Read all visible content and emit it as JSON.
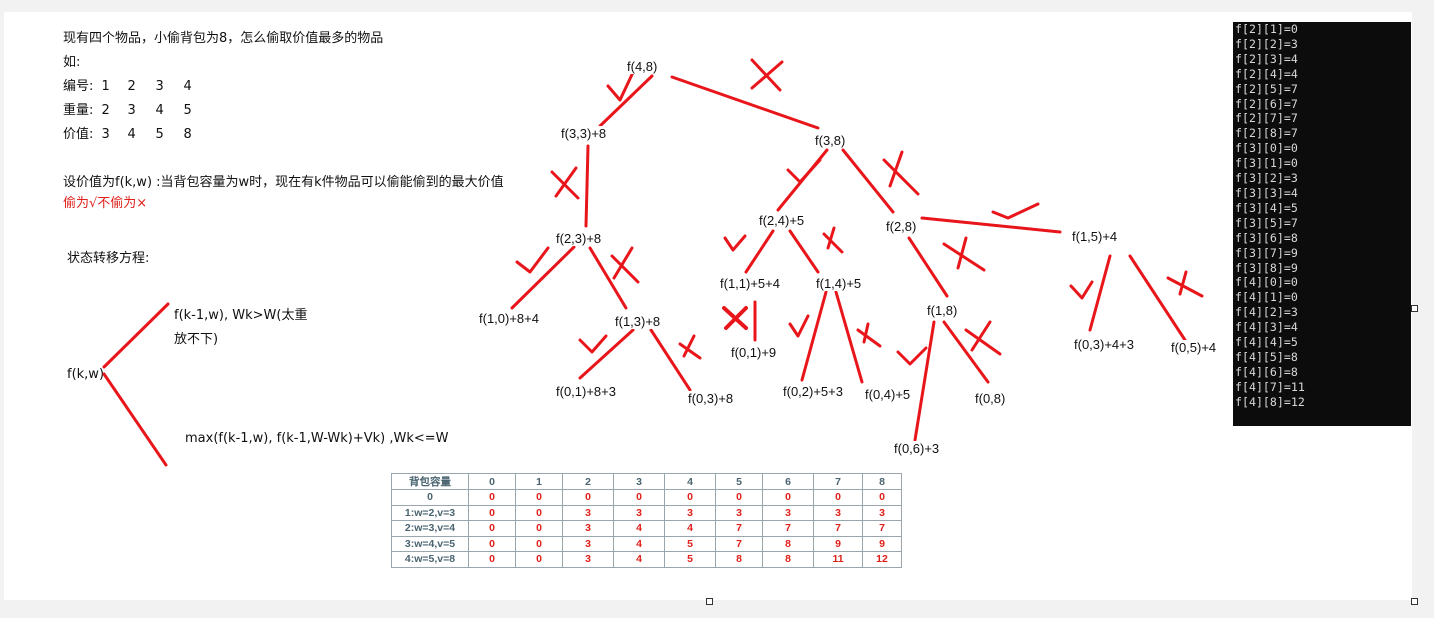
{
  "problem": {
    "title": "现有四个物品，小偷背包为8，怎么偷取价值最多的物品",
    "example_label": "如:",
    "rows": [
      {
        "label": "编号:",
        "values": [
          "1",
          "2",
          "3",
          "4"
        ]
      },
      {
        "label": "重量:",
        "values": [
          "2",
          "3",
          "4",
          "5"
        ]
      },
      {
        "label": "价值:",
        "values": [
          "3",
          "4",
          "5",
          "8"
        ]
      }
    ],
    "definition": "设价值为f(k,w)  :当背包容量为w时，现在有k件物品可以偷能偷到的最大价值",
    "legend_note": "偷为√不偷为×",
    "transition_label": "状态转移方程:",
    "branch_top_line1": "f(k-1,w), Wk>W(太重",
    "branch_top_line2": "放不下)",
    "fkw": "f(k,w)",
    "branch_bottom": "max(f(k-1,w),  f(k-1,W-Wk)+Vk)  ,Wk<=W"
  },
  "tree": {
    "nodes": {
      "n48": "f(4,8)",
      "n33": "f(3,3)+8",
      "n38": "f(3,8)",
      "n23": "f(2,3)+8",
      "n24": "f(2,4)+5",
      "n28": "f(2,8)",
      "n15": "f(1,5)+4",
      "n10": "f(1,0)+8+4",
      "n13": "f(1,3)+8",
      "n11": "f(1,1)+5+4",
      "n14": "f(1,4)+5",
      "n18": "f(1,8)",
      "n01": "f(0,1)+9",
      "n011": "f(0,1)+8+3",
      "n03": "f(0,3)+8",
      "n02": "f(0,2)+5+3",
      "n04": "f(0,4)+5",
      "n08": "f(0,8)",
      "n06": "f(0,6)+3",
      "n034": "f(0,3)+4+3",
      "n054": "f(0,5)+4"
    },
    "colors": {
      "edge": "#e8161b",
      "text": "#111111"
    }
  },
  "table": {
    "header": [
      "背包容量",
      "0",
      "1",
      "2",
      "3",
      "4",
      "5",
      "6",
      "7",
      "8"
    ],
    "rows": [
      {
        "label": "0",
        "values": [
          "0",
          "0",
          "0",
          "0",
          "0",
          "0",
          "0",
          "0",
          "0"
        ]
      },
      {
        "label": "1:w=2,v=3",
        "values": [
          "0",
          "0",
          "3",
          "3",
          "3",
          "3",
          "3",
          "3",
          "3"
        ]
      },
      {
        "label": "2:w=3,v=4",
        "values": [
          "0",
          "0",
          "3",
          "4",
          "4",
          "7",
          "7",
          "7",
          "7"
        ]
      },
      {
        "label": "3:w=4,v=5",
        "values": [
          "0",
          "0",
          "3",
          "4",
          "5",
          "7",
          "8",
          "9",
          "9"
        ]
      },
      {
        "label": "4:w=5,v=8",
        "values": [
          "0",
          "0",
          "3",
          "4",
          "5",
          "8",
          "8",
          "11",
          "12"
        ]
      }
    ],
    "colors": {
      "header_text": "#4a6470",
      "value_text": "#e0201a",
      "border": "#9aa6ad"
    }
  },
  "console": {
    "lines": [
      "f[2][1]=0",
      "f[2][2]=3",
      "f[2][3]=4",
      "f[2][4]=4",
      "f[2][5]=7",
      "f[2][6]=7",
      "f[2][7]=7",
      "f[2][8]=7",
      "f[3][0]=0",
      "f[3][1]=0",
      "f[3][2]=3",
      "f[3][3]=4",
      "f[3][4]=5",
      "f[3][5]=7",
      "f[3][6]=8",
      "f[3][7]=9",
      "f[3][8]=9",
      "f[4][0]=0",
      "f[4][1]=0",
      "f[4][2]=3",
      "f[4][3]=4",
      "f[4][4]=5",
      "f[4][5]=8",
      "f[4][6]=8",
      "f[4][7]=11",
      "f[4][8]=12"
    ],
    "colors": {
      "background": "#0c0c0c",
      "text": "#d8d8d8"
    }
  }
}
